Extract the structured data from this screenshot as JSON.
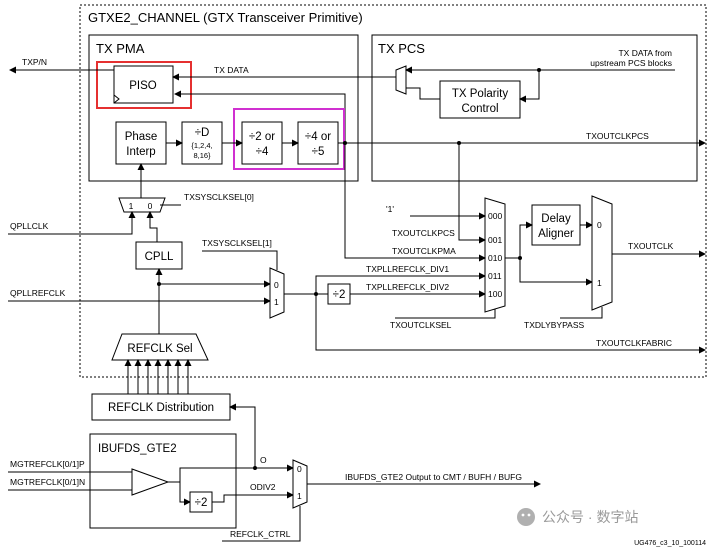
{
  "title": "GTXE2_CHANNEL (GTX Transceiver Primitive)",
  "tx_pma": {
    "title": "TX PMA",
    "piso": "PISO",
    "tx_data": "TX DATA",
    "phase_interp": [
      "Phase",
      "Interp"
    ],
    "div_d": [
      "÷D",
      "{1,2,4,",
      "8,16}"
    ],
    "div_2_4": [
      "÷2 or",
      "÷4"
    ],
    "div_4_5": [
      "÷4 or",
      "÷5"
    ]
  },
  "tx_pcs": {
    "title": "TX PCS",
    "tx_data_from": [
      "TX DATA from",
      "upstream PCS blocks"
    ],
    "polarity": [
      "TX Polarity",
      "Control"
    ]
  },
  "signals": {
    "txp_n": "TXP/N",
    "qpllclk": "QPLLCLK",
    "qpllrefclk": "QPLLREFCLK",
    "txsysclksel0": "TXSYSCLKSEL[0]",
    "txsysclksel1": "TXSYSCLKSEL[1]",
    "txoutclkpcs_top": "TXOUTCLKPCS",
    "one_const": "'1'",
    "txoutclkpcs": "TXOUTCLKPCS",
    "txoutclkpma": "TXOUTCLKPMA",
    "txpllrefclk_div1": "TXPLLREFCLK_DIV1",
    "txpllrefclk_div2": "TXPLLREFCLK_DIV2",
    "txoutclksel": "TXOUTCLKSEL",
    "txdlybypass": "TXDLYBYPASS",
    "txoutclk": "TXOUTCLK",
    "txoutclkfabric": "TXOUTCLKFABRIC",
    "mgtrefclkp": "MGTREFCLK[0/1]P",
    "mgtrefclkn": "MGTREFCLK[0/1]N",
    "o": "O",
    "odiv2": "ODIV2",
    "refclk_ctrl": "REFCLK_CTRL",
    "ibufds_out": "IBUFDS_GTE2   Output to CMT / BUFH / BUFG"
  },
  "blocks": {
    "cpll": "CPLL",
    "refclk_sel": "REFCLK Sel",
    "refclk_dist": "REFCLK Distribution",
    "ibufds": "IBUFDS_GTE2",
    "delay_aligner": [
      "Delay",
      "Aligner"
    ],
    "div2": "÷2",
    "div2_b": "÷2"
  },
  "mux": {
    "sel_1": "1",
    "sel_0": "0",
    "m_000": "000",
    "m_001": "001",
    "m_010": "010",
    "m_011": "011",
    "m_100": "100",
    "out_0": "0",
    "out_1": "1",
    "pre_0": "0",
    "pre_1": "1",
    "ib_0": "0",
    "ib_1": "1"
  },
  "watermark": "公众号 · 数字站",
  "footer": "UG476_c3_10_100114",
  "colors": {
    "piso_highlight": "#e53030",
    "divider_highlight": "#d030d0"
  }
}
